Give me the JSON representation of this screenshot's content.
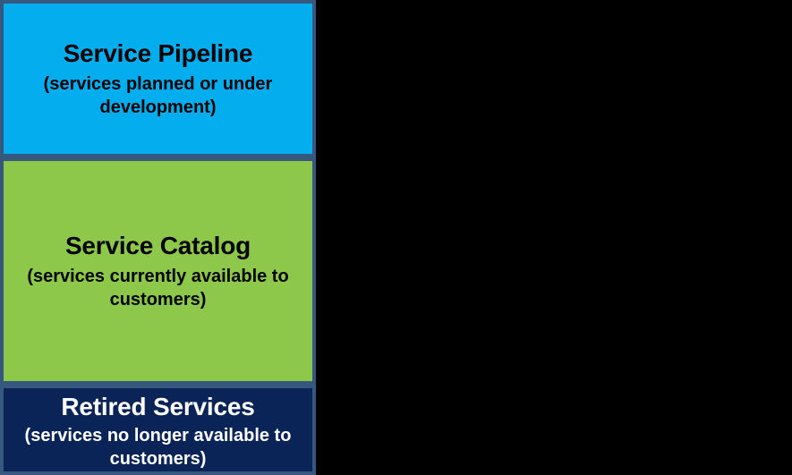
{
  "diagram": {
    "name": "service-portfolio",
    "background_color": "#000000",
    "border_color": "#36587F",
    "tiers": [
      {
        "id": "pipeline",
        "title": "Service Pipeline",
        "subtitle": "(services planned or under development)",
        "fill_color": "#03ADEE",
        "text_color": "#000000"
      },
      {
        "id": "catalog",
        "title": "Service Catalog",
        "subtitle": "(services currently available to customers)",
        "fill_color": "#8DC84A",
        "text_color": "#000000"
      },
      {
        "id": "retired",
        "title": "Retired Services",
        "subtitle": "(services no longer available to customers)",
        "fill_color": "#0A2458",
        "text_color": "#FFFFFF"
      }
    ]
  }
}
